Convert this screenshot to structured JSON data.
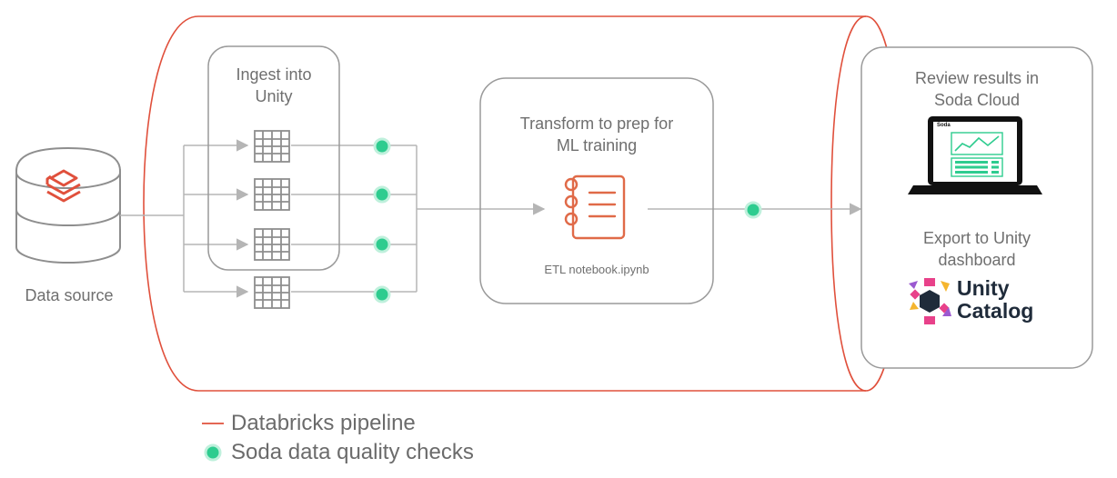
{
  "source": {
    "label": "Data source",
    "icon": "databricks-stack-icon"
  },
  "ingest": {
    "title": "Ingest into Unity",
    "tables": 4,
    "table_icon": "table-grid-icon"
  },
  "transform": {
    "title": "Transform to prep for ML training",
    "notebook_label": "ETL notebook.ipynb",
    "icon": "notebook-icon"
  },
  "output": {
    "review_title": "Review results in Soda Cloud",
    "laptop_brand": "Soda",
    "export_title": "Export to Unity dashboard",
    "logo_text_line1": "Unity",
    "logo_text_line2": "Catalog"
  },
  "legend": {
    "pipeline_label": "Databricks pipeline",
    "checks_label": "Soda data quality checks"
  },
  "colors": {
    "pipeline": "#e0503c",
    "check": "#2ecc8f",
    "line": "#b5b5b5",
    "box_border": "#9a9a9a",
    "icon_orange": "#e06a48",
    "brand_navy": "#1f2b3a"
  }
}
